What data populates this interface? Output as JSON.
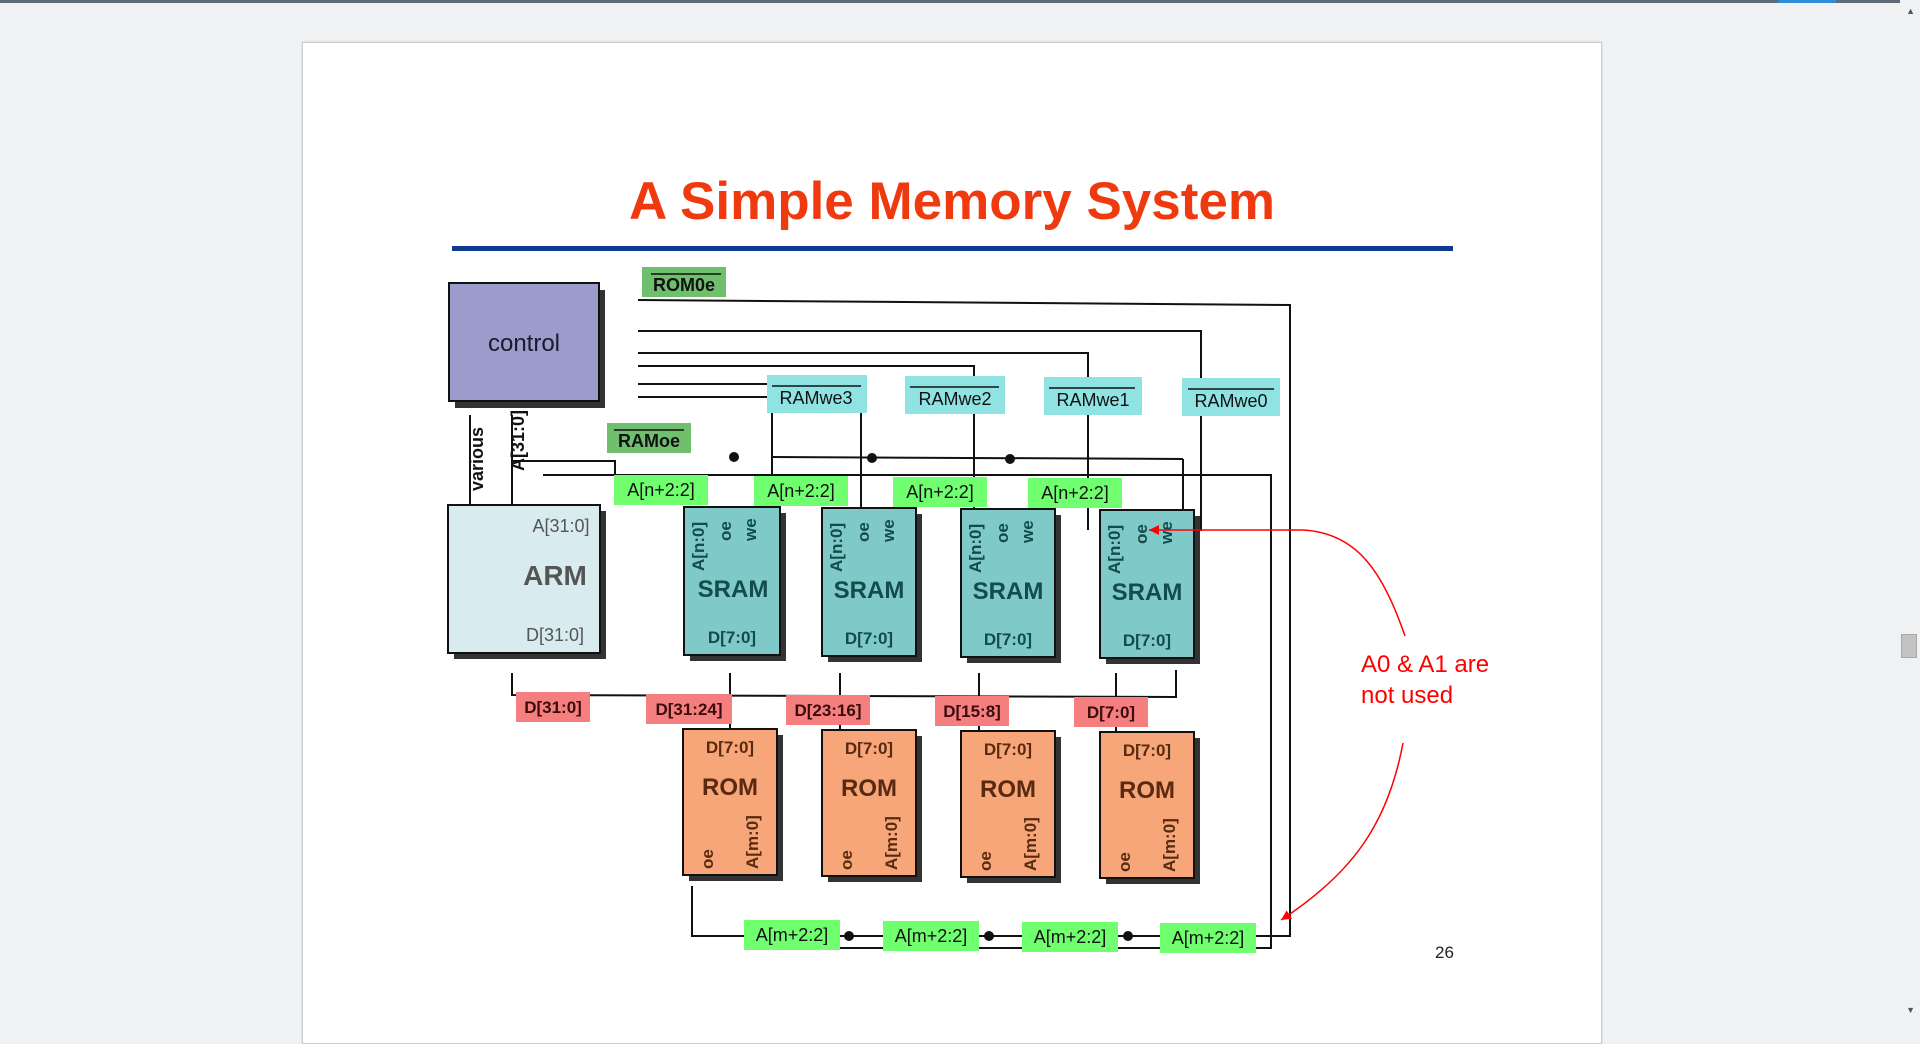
{
  "slide": {
    "title": "A Simple Memory System",
    "page_number": "26"
  },
  "diagram": {
    "control": "control",
    "arm": {
      "name": "ARM",
      "addr": "A[31:0]",
      "data": "D[31:0]"
    },
    "bus_labels": {
      "various": "various",
      "addr_bus": "A[31:0]"
    },
    "rom_oe": "ROM0e",
    "ram_oe": "RAMoe",
    "ram_we": [
      "RAMwe3",
      "RAMwe2",
      "RAMwe1",
      "RAMwe0"
    ],
    "sram_addr": "A[n+2:2]",
    "rom_addr": "A[m+2:2]",
    "sram": {
      "name": "SRAM",
      "addr": "A[n:0]",
      "oe": "oe",
      "we": "we",
      "data": "D[7:0]"
    },
    "rom": {
      "name": "ROM",
      "data": "D[7:0]",
      "oe": "oe",
      "addr": "A[m:0]"
    },
    "data_labels": [
      "D[31:0]",
      "D[31:24]",
      "D[23:16]",
      "D[15:8]",
      "D[7:0]"
    ],
    "note_line1": "A0 & A1 are",
    "note_line2": "not used"
  },
  "colors": {
    "title": "#ef3a0f",
    "control": "#9b9bcc",
    "arm": "#d8ecf0",
    "sram": "#7fcac9",
    "rom": "#f6a679",
    "green_label": "#6fff6f",
    "dark_green_label": "#6fbf6f",
    "cyan_label": "#8fe3e3",
    "red_label": "#f57f7f",
    "annotation": "#ff0000"
  }
}
